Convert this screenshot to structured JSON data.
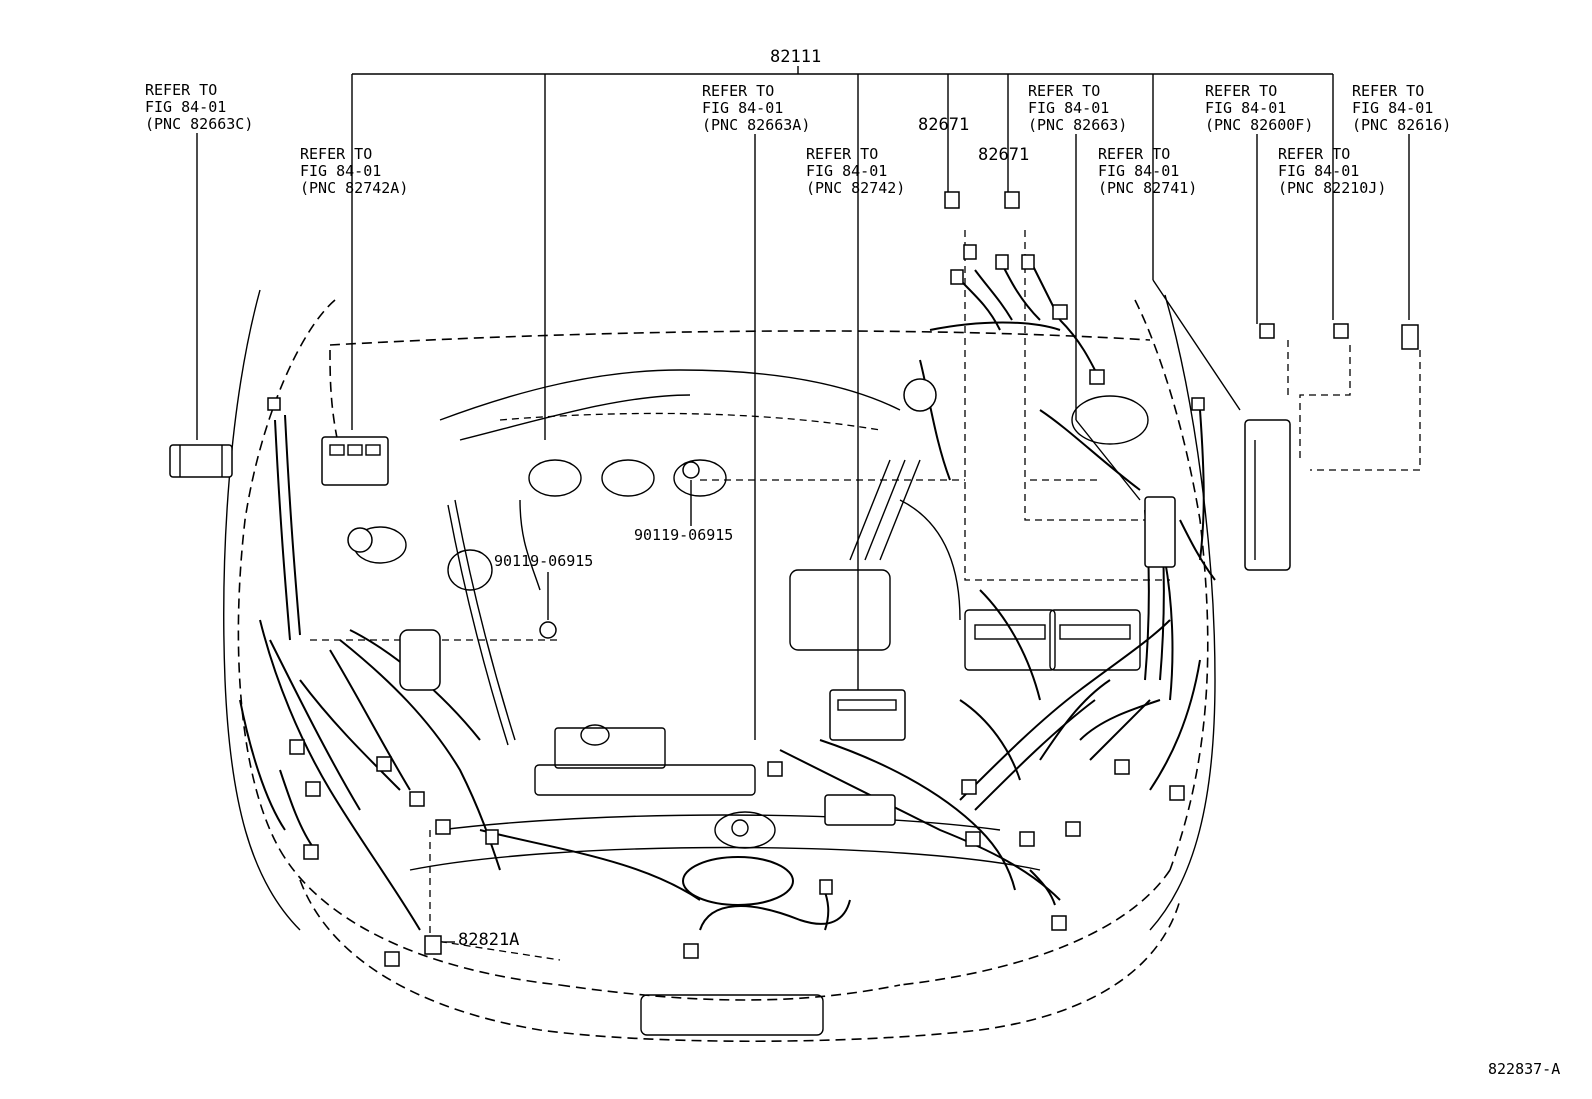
{
  "diagram": {
    "main_part": "82111",
    "figure_id": "822837-A",
    "refs": [
      {
        "line1": "REFER TO",
        "line2": "FIG 84-01",
        "line3": "(PNC 82663C)"
      },
      {
        "line1": "REFER TO",
        "line2": "FIG 84-01",
        "line3": "(PNC 82742A)"
      },
      {
        "line1": "REFER TO",
        "line2": "FIG 84-01",
        "line3": "(PNC 82663A)"
      },
      {
        "line1": "REFER TO",
        "line2": "FIG 84-01",
        "line3": "(PNC 82742)"
      },
      {
        "line1": "REFER TO",
        "line2": "FIG 84-01",
        "line3": "(PNC 82663)"
      },
      {
        "line1": "REFER TO",
        "line2": "FIG 84-01",
        "line3": "(PNC 82741)"
      },
      {
        "line1": "REFER TO",
        "line2": "FIG 84-01",
        "line3": "(PNC 82600F)"
      },
      {
        "line1": "REFER TO",
        "line2": "FIG 84-01",
        "line3": "(PNC 82210J)"
      },
      {
        "line1": "REFER TO",
        "line2": "FIG 84-01",
        "line3": "(PNC 82616)"
      }
    ],
    "parts": {
      "p82671_a": "82671",
      "p82671_b": "82671",
      "bolt_a": "90119-06915",
      "bolt_b": "90119-06915",
      "p82821a": "82821A"
    }
  }
}
